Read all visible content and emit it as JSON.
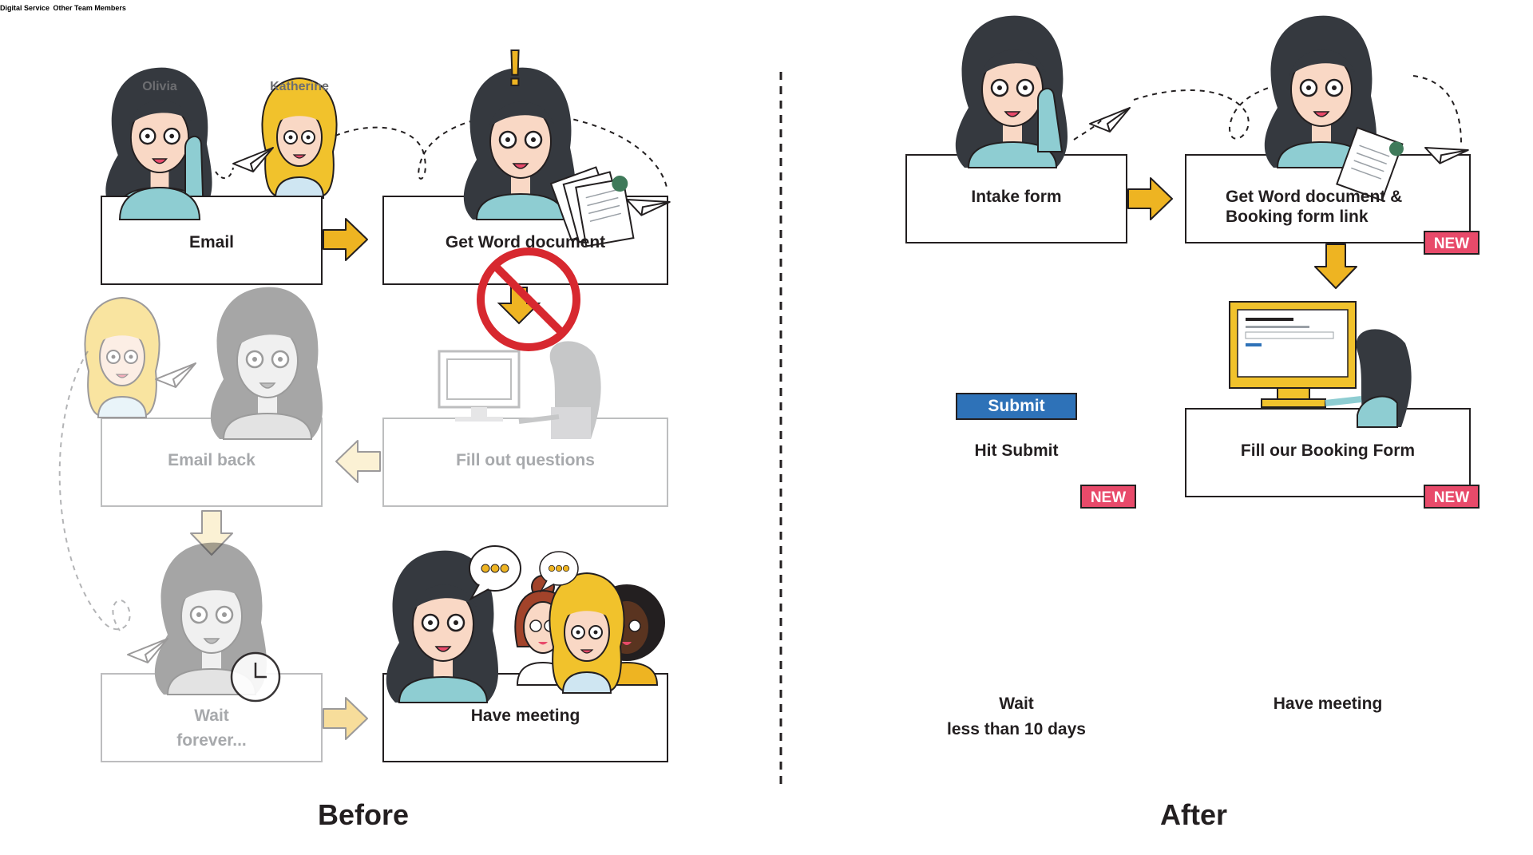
{
  "before": {
    "title": "Before",
    "people": {
      "olivia": "Olivia",
      "katherine": "Katherine"
    },
    "steps": {
      "email": "Email",
      "get_word": "Get Word document",
      "fill_out": "Fill out questions",
      "email_back": "Email back",
      "wait_line1": "Wait",
      "wait_line2": "forever...",
      "have_meeting": "Have meeting"
    },
    "exclamation": "!"
  },
  "after": {
    "title": "After",
    "steps": {
      "intake": "Intake form",
      "get_word_line1": "Get Word document &",
      "get_word_line2": "Booking form link",
      "fill_booking": "Fill our Booking Form",
      "hit_submit": "Hit Submit",
      "wait_line1": "Wait",
      "wait_line2": "less than 10 days",
      "have_meeting": "Have meeting"
    },
    "badge": "NEW",
    "submit_button": "Submit",
    "window_titles": {
      "digital_service": "Digital Service",
      "other_team_members": "Other Team Members"
    }
  },
  "colors": {
    "arrow": "#eeb422",
    "arrow_faded": "#f6dfa0",
    "badge": "#e84a6a",
    "submit": "#2e72b8",
    "prohibit": "#d7282f",
    "shirt": "#8ecdd2",
    "hair": "#35393f",
    "blonde": "#f1c22c"
  },
  "icons": [
    "paper-plane-icon",
    "clock-icon",
    "prohibit-icon",
    "speech-bubble-icon",
    "document-icon",
    "computer-icon"
  ]
}
